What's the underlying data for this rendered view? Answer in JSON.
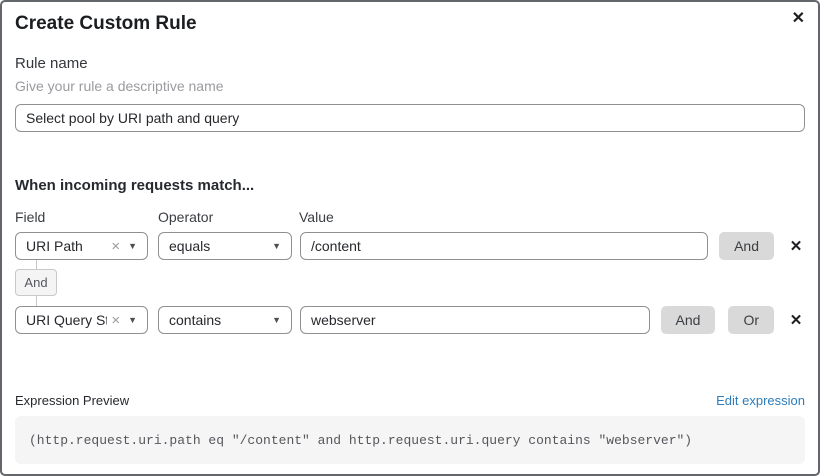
{
  "dialog": {
    "title": "Create Custom Rule"
  },
  "icons": {
    "close": "✕",
    "clear": "×",
    "caret": "▼",
    "delete": "✕"
  },
  "rule_name": {
    "label": "Rule name",
    "hint": "Give your rule a descriptive name",
    "value": "Select pool by URI path and query"
  },
  "match": {
    "heading": "When incoming requests match...",
    "columns": {
      "field": "Field",
      "operator": "Operator",
      "value": "Value"
    },
    "rows": [
      {
        "field": "URI Path",
        "operator": "equals",
        "value": "/content"
      },
      {
        "field": "URI Query St...",
        "operator": "contains",
        "value": "webserver"
      }
    ],
    "buttons": {
      "and": "And",
      "or": "Or"
    },
    "connector": "And"
  },
  "expression": {
    "label": "Expression Preview",
    "edit_link": "Edit expression",
    "code": "(http.request.uri.path eq \"/content\" and http.request.uri.query contains \"webserver\")"
  },
  "colors": {
    "link": "#2d7cb9",
    "button_bg": "#d9d9d9",
    "code_bg": "#f5f5f6"
  }
}
